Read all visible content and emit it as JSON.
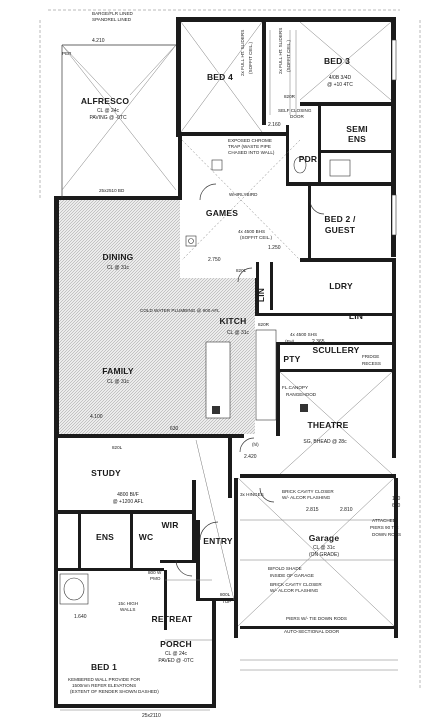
{
  "rooms": {
    "alfresco": {
      "name": "ALFRESCO",
      "sub1": "CL @ 24c",
      "sub2": "PAVING @ -0TC"
    },
    "bed4": {
      "name": "BED 4"
    },
    "bed3": {
      "name": "BED 3",
      "sub1": "4/0B 3/4D",
      "sub2": "@ +10 4TC"
    },
    "semi_ens": {
      "name": "SEMI",
      "name2": "ENS"
    },
    "pdr": {
      "name": "PDR"
    },
    "games": {
      "name": "GAMES"
    },
    "bed2": {
      "name": "BED 2 /",
      "name2": "GUEST"
    },
    "dining": {
      "name": "DINING",
      "sub1": "CL @ 31c"
    },
    "lin1": {
      "name": "LIN"
    },
    "ldry": {
      "name": "LDRY"
    },
    "lin2": {
      "name": "LIN"
    },
    "kitch": {
      "name": "KITCH",
      "sub1": "CL @ 31c"
    },
    "pty": {
      "name": "PTY"
    },
    "scullery": {
      "name": "SCULLERY"
    },
    "family": {
      "name": "FAMILY",
      "sub1": "CL @ 31c"
    },
    "theatre": {
      "name": "THEATRE",
      "sub1": "SG, BHEAD @ 28c"
    },
    "study": {
      "name": "STUDY",
      "sub1": "4800 BI/F",
      "sub2": "@ +1200 AFL"
    },
    "ens": {
      "name": "ENS"
    },
    "wc": {
      "name": "WC"
    },
    "wir": {
      "name": "WIR"
    },
    "entry": {
      "name": "ENTRY"
    },
    "garage": {
      "name": "Garage",
      "sub1": "CL @ 31c",
      "sub2": "(ON GRADE)"
    },
    "retreat": {
      "name": "RETREAT"
    },
    "bed1": {
      "name": "BED 1"
    },
    "porch": {
      "name": "PORCH",
      "sub1": "CL @ 24c",
      "sub2": "PAVED @ -0TC"
    }
  },
  "notes": {
    "top_barge": "BARGE/FLR LINED",
    "top_barge2": "SPANDREL LINED",
    "per": "PER",
    "dim_4210": "4.210",
    "rh1": "2x FULL HT. SLIDERS",
    "rh2": "(SOFFIT CEIL.)",
    "rh3": "2x FULL HT. SLIDERS",
    "rh4": "(SOFFIT CEIL.)",
    "door_820": "820R",
    "self_closing": "SELF CLOSING",
    "door_w": "DOOR",
    "dim_2160": "2.160",
    "exposed1": "EXPOSED CHROME",
    "exposed2": "TRAP (WASTE PIPE",
    "exposed3": "CHASED INTO WALL)",
    "whirlybird": "WHIRLYBIRD",
    "ceil_line": "25x2510 BD",
    "games_ceil1": "4x 4500 BHS",
    "games_ceil2": "(SOFFIT CEIL.)",
    "dim_1250": "1.250",
    "dim_2750": "2.750",
    "door_820l": "820L",
    "cold_water": "COLD WATER PLUMBING @ 900 AFL",
    "door_820r2": "820R",
    "pty_sh1": "4x 4500 SHS",
    "pty_sh2": "(FH)",
    "dim_2365": "2.365",
    "fridge": "FRIDGE",
    "fridge2": "RECESS",
    "flcano": "FL.CANOPY",
    "range": "RANGEHOOD",
    "dim_4100": "4.100",
    "dim_630": "630",
    "door_820l2": "820L",
    "bl": "(hl)",
    "dim_2420": "2.420",
    "brick1": "BRICK CAVITY CLOSER",
    "brick2": "W/- ALCOR FLASHING",
    "hinges": "3x HINGES",
    "dim_2815": "2.815",
    "dim_2810": "2.810",
    "attached1": "ATTACHED",
    "attached2": "PIERS 90 TIE",
    "attached3": "DOWN RODS",
    "dim_100": "100",
    "dim_660": "660",
    "bi_spread": "BIFOLD SHADE",
    "inside_g": "INSIDE OF GARAGE",
    "brick3": "BRICK CAVITY CLOSER",
    "brick4": "W/- ALCOR FLASHING",
    "dim_800l": "800L",
    "tops": "TOP",
    "piers": "PIERS W/- TIE DOWN RODS",
    "auto_door": "AUTO-SECTIONAL DOOR",
    "high_walls": "15c HIGH",
    "walls": "WALLS",
    "dim_1640": "1.640",
    "dim_800r": "800 W",
    "pmo": "PMO",
    "kem1": "KEMBERED WALL PROVIDE FOR",
    "kem2": "1500mm REFER ELEVATIONS",
    "kem3": "(EXTENT OF RENDER SHOWN DASHED)",
    "bottom_dim": "25x2110"
  }
}
